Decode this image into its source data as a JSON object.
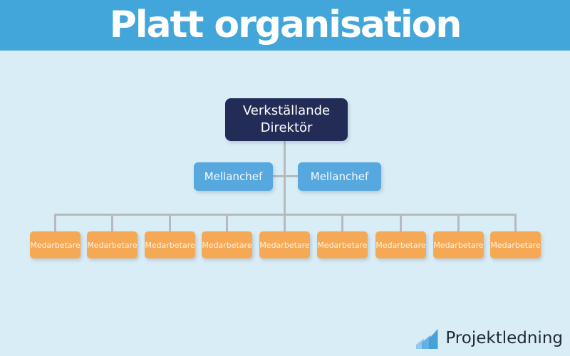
{
  "diagram_type": "org-chart",
  "header": {
    "title": "Platt organisation"
  },
  "org": {
    "ceo": {
      "label": "Verkställande Direktör"
    },
    "managers": [
      {
        "label": "Mellanchef"
      },
      {
        "label": "Mellanchef"
      }
    ],
    "employees": [
      {
        "label": "Medarbetare"
      },
      {
        "label": "Medarbetare"
      },
      {
        "label": "Medarbetare"
      },
      {
        "label": "Medarbetare"
      },
      {
        "label": "Medarbetare"
      },
      {
        "label": "Medarbetare"
      },
      {
        "label": "Medarbetare"
      },
      {
        "label": "Medarbetare"
      },
      {
        "label": "Medarbetare"
      }
    ]
  },
  "footer": {
    "brand": "Projektledning",
    "logo_icon": "ascending-bars-chart-icon"
  },
  "palette": {
    "header_bg": "#42a6da",
    "body_bg": "#d9edf7",
    "ceo_bg": "#232c57",
    "manager_bg": "#58a8e0",
    "employee_bg": "#f6a955",
    "connector": "#b7babd",
    "logo_text": "#232a33",
    "logo_bar1": "#8ec6ea",
    "logo_bar2": "#5aabdf",
    "logo_bar3": "#3f9ed8"
  }
}
